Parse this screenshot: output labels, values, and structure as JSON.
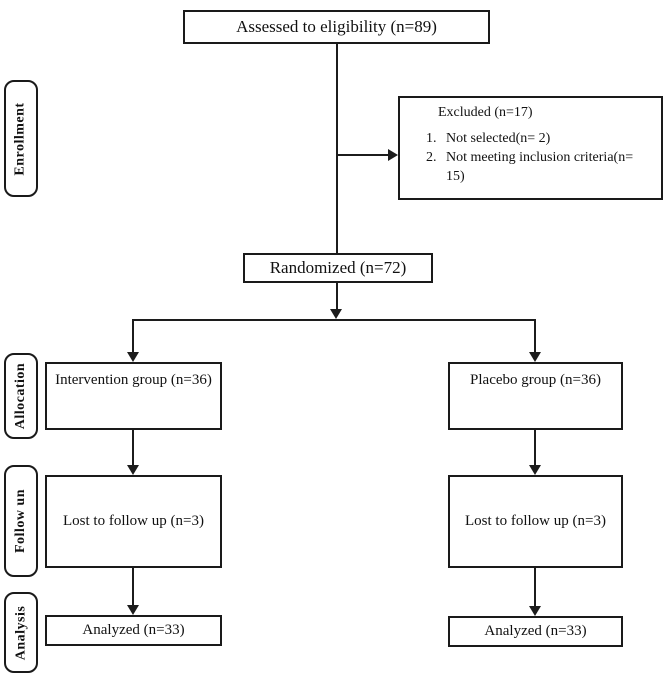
{
  "diagram": {
    "assessed": "Assessed to eligibility (n=89)",
    "excluded": {
      "title": "Excluded (n=17)",
      "items": [
        {
          "num": "1.",
          "text": "Not selected(n= 2)"
        },
        {
          "num": "2.",
          "text": "Not meeting inclusion criteria(n= 15)"
        }
      ]
    },
    "randomized": "Randomized (n=72)",
    "stages": [
      {
        "label": "Enrollment"
      },
      {
        "label": "Allocation"
      },
      {
        "label": "Follow un"
      },
      {
        "label": "Analysis"
      }
    ],
    "left_branch": {
      "allocation": "Intervention group (n=36)",
      "followup": "Lost to follow up (n=3)",
      "analysis": "Analyzed (n=33)"
    },
    "right_branch": {
      "allocation": "Placebo group (n=36)",
      "followup": "Lost to follow up (n=3)",
      "analysis": "Analyzed (n=33)"
    }
  }
}
